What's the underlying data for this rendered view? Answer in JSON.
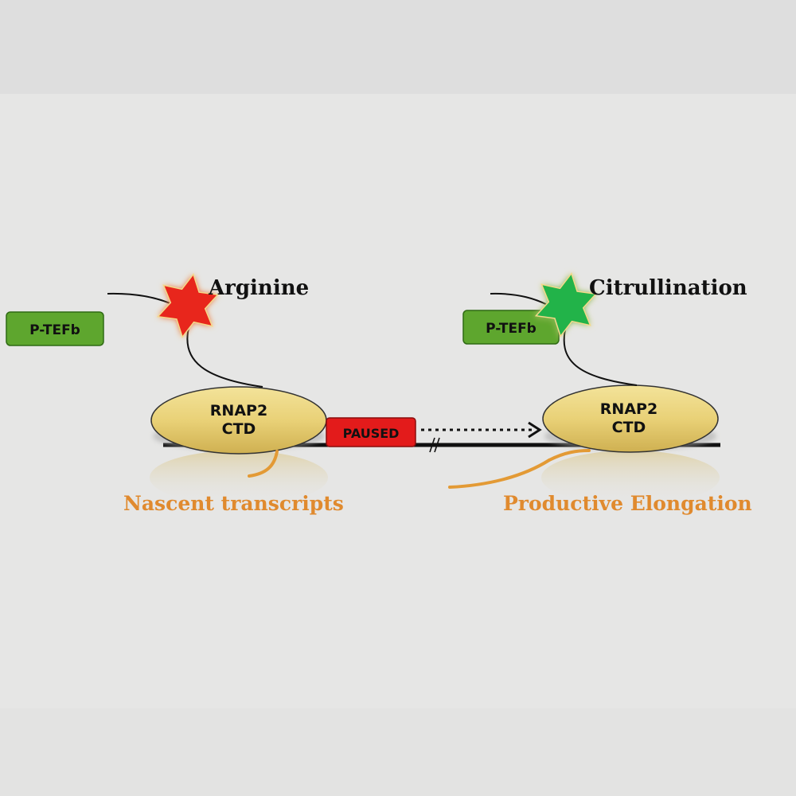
{
  "left": {
    "ptefb_label": "P-TEFb",
    "star_label": "Arginine",
    "rnap_line1": "RNAP2",
    "rnap_line2": "CTD",
    "transcript_label": "Nascent transcripts"
  },
  "center": {
    "paused_label": "PAUSED"
  },
  "right": {
    "ptefb_label": "P-TEFb",
    "star_label": "Citrullination",
    "rnap_line1": "RNAP2",
    "rnap_line2": "CTD",
    "transcript_label": "Productive Elongation"
  },
  "colors": {
    "ptefb_fill": "#5ea62e",
    "star_arginine": "#e8261c",
    "star_citrullination": "#22b34a",
    "rnap_fill": "#e9d177",
    "paused_fill": "#e31b1b",
    "transcript": "#e39a35",
    "label_orange": "#e08a2e"
  },
  "icons": {
    "left_star": "red-hexagram-star-icon",
    "right_star": "green-hexagram-star-icon",
    "arrow": "dotted-arrow-icon"
  }
}
